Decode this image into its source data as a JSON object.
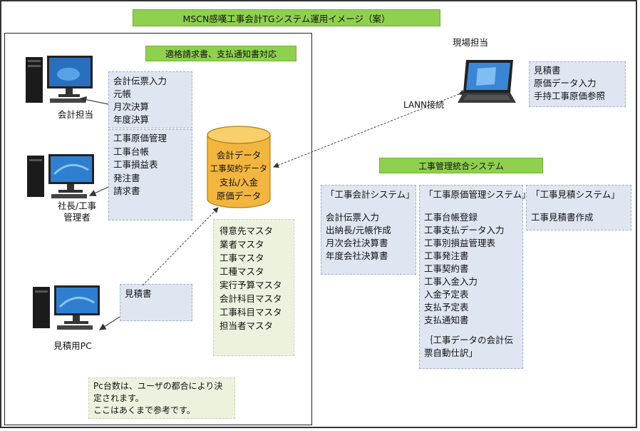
{
  "title": "MSCN感嘆工事会計TGシステム運用イメージ（案）",
  "office_banner": "適格請求書、支払通知書対応",
  "integration_banner": "工事管理統合システム",
  "roles": {
    "accounting": "会計担当",
    "president": [
      "社長/工事",
      "管理者"
    ],
    "estimate_pc": "見積用PC",
    "site": "現場担当"
  },
  "accounting_tasks": [
    "会計伝票入力",
    "元帳",
    "月次決算",
    "年度決算"
  ],
  "management_tasks": [
    "工事原価管理",
    "工事台帳",
    "工事損益表",
    "発注書",
    "請求書"
  ],
  "estimate_tasks": [
    "見積書"
  ],
  "database_items": [
    "会計データ",
    "工事契約データ",
    "支払/入金",
    "原価データ"
  ],
  "masters": [
    "得意先マスタ",
    "業者マスタ",
    "工事マスタ",
    "工種マスタ",
    "実行予算マスタ",
    "会計科目マスタ",
    "工事科目マスタ",
    "担当者マスタ"
  ],
  "note": [
    "Pc台数は、ユーザの都合により決",
    "定されます。",
    "ここはあくまで参考です。"
  ],
  "connection_label": "LANN接続",
  "site_tasks": [
    "見積書",
    "原価データ入力",
    "手持工事原価参照"
  ],
  "systems": {
    "accounting": {
      "title": "「工事会計システム」",
      "items": [
        "会計伝票入力",
        "出納長/元帳作成",
        "月次会社決算書",
        "年度会社決算書"
      ]
    },
    "cost": {
      "title": "「工事原価管理システム」",
      "items": [
        "工事台帳登録",
        "工事支払データ入力",
        "工事別損益管理表",
        "工事発注書",
        "工事契約書",
        "工事入金入力",
        "入金予定表",
        "支払予定表",
        "支払通知書"
      ],
      "footer": [
        "｛工事データの会計伝",
        "票自動仕訳」"
      ]
    },
    "estimate": {
      "title": "「工事見積システム」",
      "items": [
        "工事見積書作成"
      ]
    }
  },
  "colors": {
    "banner": "#8fd14f",
    "blue_box": "#dfe6f1",
    "beige_box": "#edf2df",
    "cylinder": "#f2b640"
  },
  "icons": [
    "desktop-computer-icon",
    "laptop-icon",
    "database-cylinder-icon"
  ]
}
